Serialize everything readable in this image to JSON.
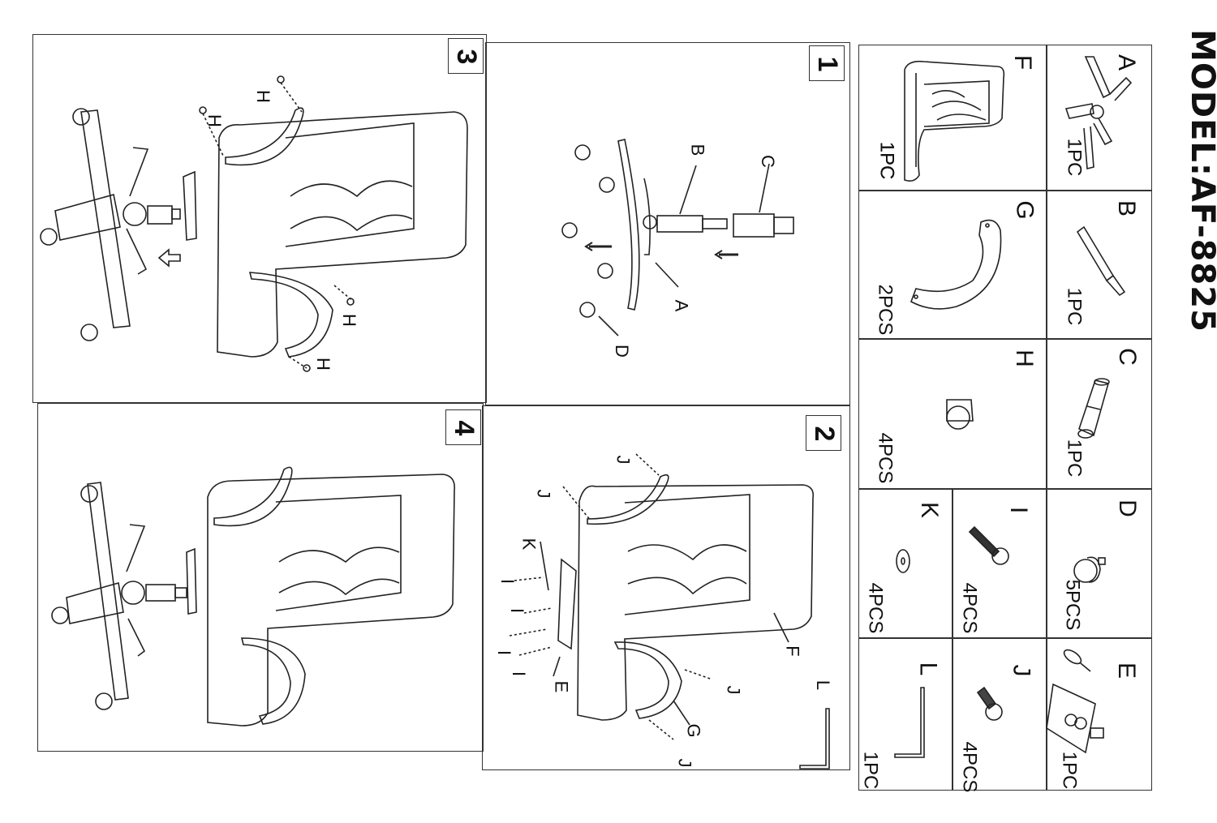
{
  "document": {
    "title": "MODEL:AF-8825",
    "type": "chair assembly instructions"
  },
  "parts": [
    {
      "letter": "A",
      "name": "five-star base",
      "qty": "1PC"
    },
    {
      "letter": "B",
      "name": "gas lift cylinder",
      "qty": "1PC"
    },
    {
      "letter": "C",
      "name": "cylinder cover",
      "qty": "1PC"
    },
    {
      "letter": "D",
      "name": "caster wheel",
      "qty": "5PCS"
    },
    {
      "letter": "E",
      "name": "tilt mechanism",
      "qty": "1PC"
    },
    {
      "letter": "F",
      "name": "seat and backrest",
      "qty": "1PC"
    },
    {
      "letter": "G",
      "name": "armrest",
      "qty": "2PCS"
    },
    {
      "letter": "H",
      "name": "cap nut",
      "qty": "4PCS"
    },
    {
      "letter": "I",
      "name": "long bolt",
      "qty": "4PCS"
    },
    {
      "letter": "J",
      "name": "short bolt",
      "qty": "4PCS"
    },
    {
      "letter": "K",
      "name": "washer",
      "qty": "4PCS"
    },
    {
      "letter": "L",
      "name": "allen key",
      "qty": "1PC"
    }
  ],
  "steps": [
    {
      "number": "1",
      "callouts": [
        "A",
        "B",
        "C",
        "D"
      ]
    },
    {
      "number": "2",
      "callouts": [
        "J",
        "J",
        "K",
        "I",
        "I",
        "I",
        "I",
        "E",
        "F",
        "G",
        "J",
        "J",
        "L"
      ]
    },
    {
      "number": "3",
      "callouts": [
        "H",
        "H",
        "H",
        "H"
      ]
    },
    {
      "number": "4",
      "callouts": []
    }
  ]
}
